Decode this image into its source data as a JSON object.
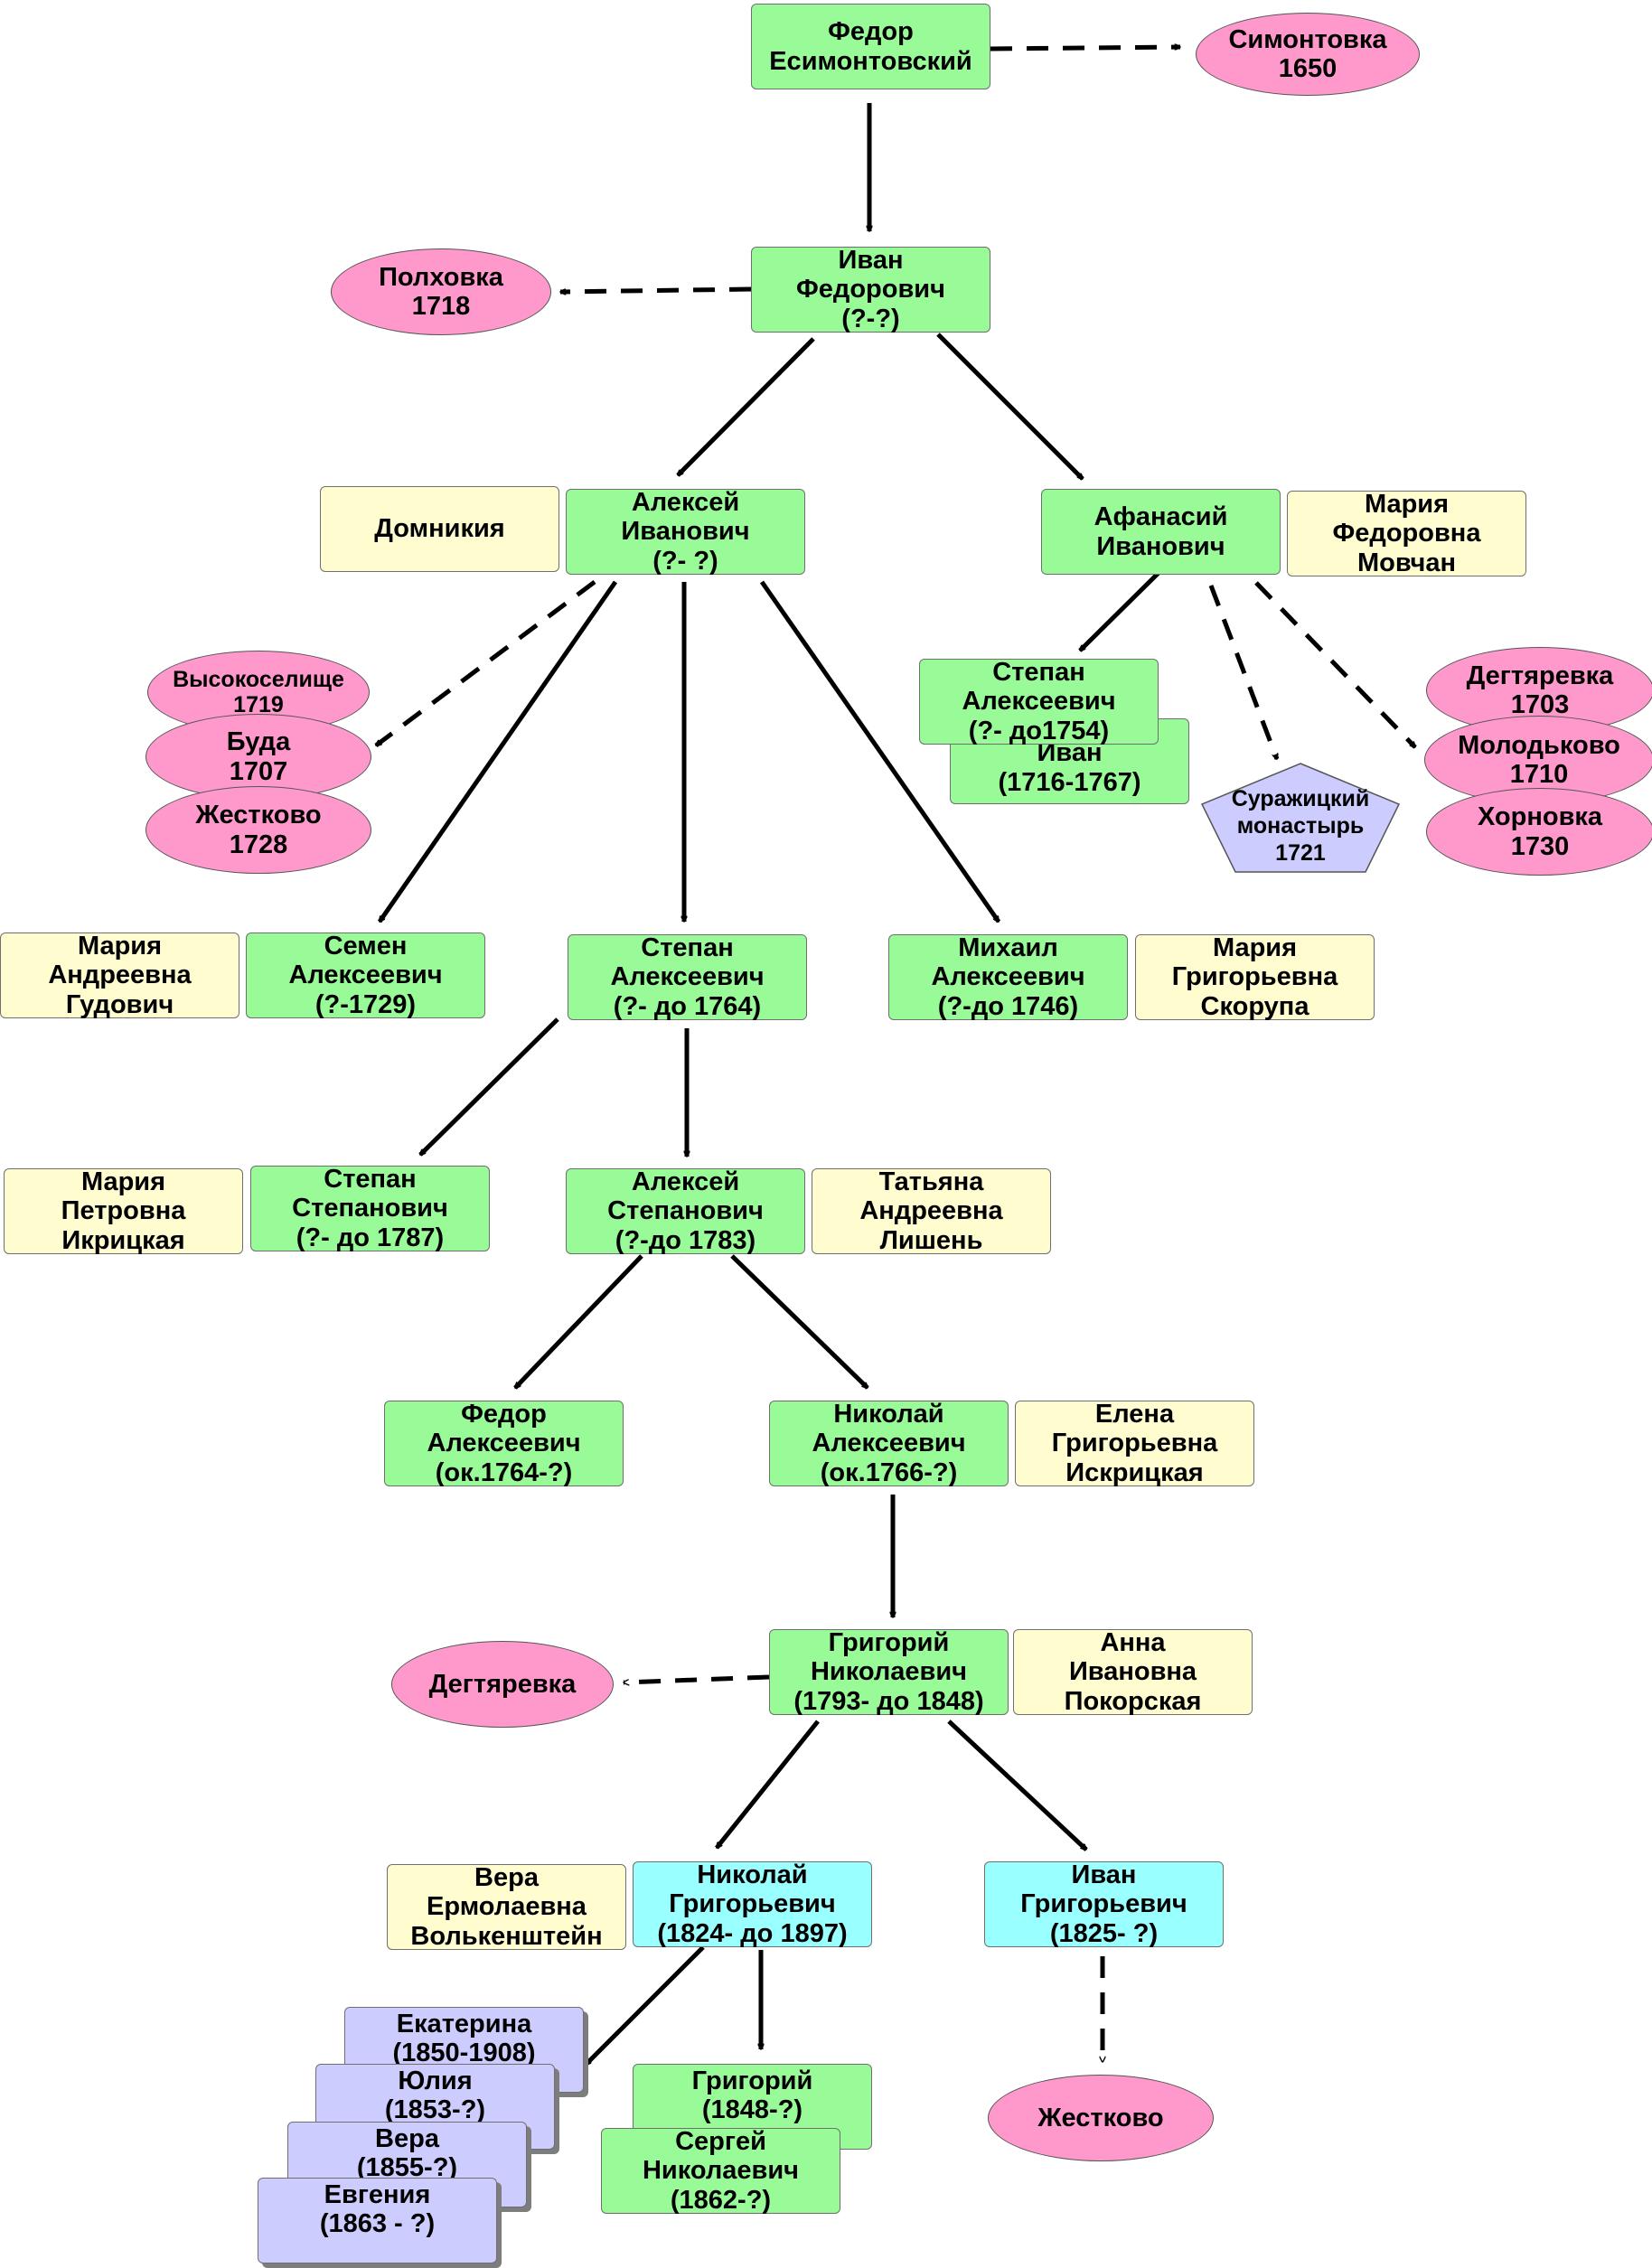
{
  "nodes": {
    "fedor": "Федор\nЕсимонтовский",
    "simontovka": "Симонтовка\n1650",
    "ivan_f": "Иван\nФедорович\n(?-?)",
    "polhovka": "Полховка\n1718",
    "domnikiya": "Домникия",
    "aleksey_i": "Алексей\nИванович\n(?- ?)",
    "afanasiy": "Афанасий\nИванович",
    "maria_movchan": "Мария\nФедоровна\nМовчан",
    "vysokoselishche": "Высокоселище\n1719",
    "buda": "Буда\n1707",
    "zhestkovo_1728": "Жестково\n1728",
    "stepan_a_1754": "Степан\nАлексеевич\n(?- до1754)",
    "ivan_1716": "Иван\n(1716-1767)",
    "surazh": "Суражицкий\nмонастырь\n1721",
    "degtyarevka_1703": "Дегтяревка\n1703",
    "molodkovo": "Молодьково\n1710",
    "hornovka": "Хорновка\n1730",
    "maria_gudovich": "Мария\nАндреевна\nГудович",
    "semen": "Семен\nАлексеевич\n(?-1729)",
    "stepan_a_1764": "Степан\nАлексеевич\n(?- до 1764)",
    "mikhail": "Михаил\nАлексеевич\n(?-до 1746)",
    "maria_skorupa": "Мария\nГригорьевна\nСкорупа",
    "maria_ikritskaya": "Мария\nПетровна\nИкрицкая",
    "stepan_s": "Степан\nСтепанович\n(?- до 1787)",
    "aleksey_s": "Алексей\nСтепанович\n(?-до 1783)",
    "tatyana": "Татьяна\nАндреевна\nЛишень",
    "fedor_a": "Федор\nАлексеевич\n(ок.1764-?)",
    "nikolay_a": "Николай\nАлексеевич\n(ок.1766-?)",
    "elena": "Елена\nГригорьевна\nИскрицкая",
    "degtyarevka": "Дегтяревка",
    "grigoriy_n": "Григорий\nНиколаевич\n(1793- до 1848)",
    "anna": "Анна\nИвановна\nПокорская",
    "vera_v": "Вера\nЕрмолаевна\nВолькенштейн",
    "nikolay_g": "Николай\nГригорьевич\n(1824- до 1897)",
    "ivan_g": "Иван\nГригорьевич\n(1825- ?)",
    "ekaterina": "Екатерина\n(1850-1908)",
    "yuliya": "Юлия\n(1853-?)",
    "vera_d": "Вера\n(1855-?)",
    "evgeniya": "Евгения\n(1863 - ?)",
    "grigoriy_d": "Григорий\n(1848-?)",
    "sergey": "Сергей\nНиколаевич\n(1862-?)",
    "zhestkovo": "Жестково"
  },
  "colors": {
    "person": "#98fb98",
    "spouse": "#fffdd0",
    "daughter": "#ccccff",
    "grandson": "#99ffff",
    "place": "#ff99cc"
  }
}
